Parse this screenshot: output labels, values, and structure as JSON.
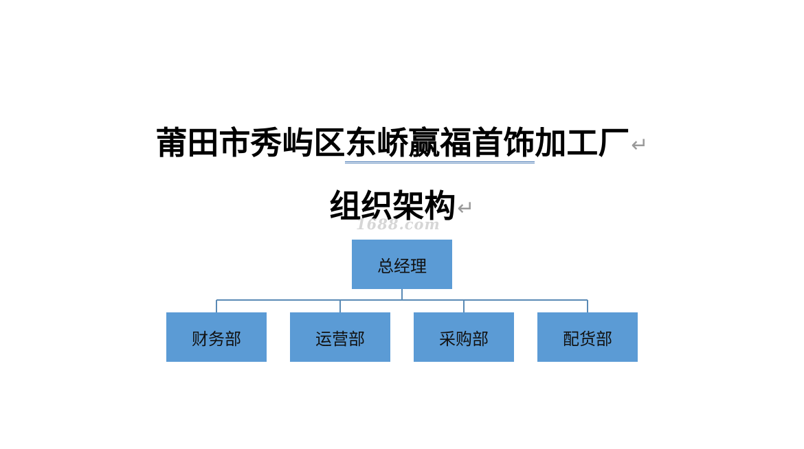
{
  "title": {
    "line1_prefix": "莆田市秀屿区",
    "line1_underlined": "东峤赢福首饰",
    "line1_suffix": "加工厂",
    "line2": "组织架构",
    "paragraph_mark": "↵"
  },
  "watermark": "1688.com",
  "org_chart": {
    "root": "总经理",
    "departments": [
      "财务部",
      "运营部",
      "采购部",
      "配货部"
    ],
    "box_color": "#5b9bd5",
    "line_color": "#5a8ab5"
  }
}
